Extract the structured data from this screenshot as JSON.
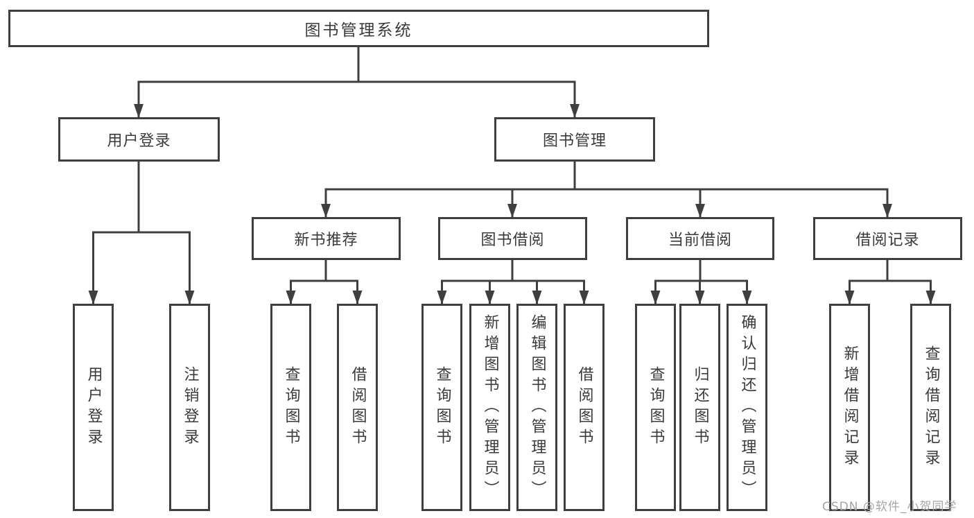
{
  "diagram": {
    "nodes": {
      "root": {
        "label": "图书管理系统"
      },
      "login": {
        "label": "用户登录"
      },
      "mgmt": {
        "label": "图书管理"
      },
      "newbook": {
        "label": "新书推荐"
      },
      "borrow": {
        "label": "图书借阅"
      },
      "current": {
        "label": "当前借阅"
      },
      "records": {
        "label": "借阅记录"
      },
      "leaf_user_login": {
        "label": "用户登录"
      },
      "leaf_logout": {
        "label": "注销登录"
      },
      "leaf_nb_query": {
        "label": "查询图书"
      },
      "leaf_nb_borrow": {
        "label": "借阅图书"
      },
      "leaf_bw_query": {
        "label": "查询图书"
      },
      "leaf_bw_add": {
        "label": "新增图书（管理员）"
      },
      "leaf_bw_edit": {
        "label": "编辑图书（管理员）"
      },
      "leaf_bw_borrow": {
        "label": "借阅图书"
      },
      "leaf_cur_query": {
        "label": "查询图书"
      },
      "leaf_cur_return": {
        "label": "归还图书"
      },
      "leaf_cur_confirm": {
        "label": "确认归还（管理员）"
      },
      "leaf_rec_add": {
        "label": "新增借阅记录"
      },
      "leaf_rec_query": {
        "label": "查询借阅记录"
      }
    },
    "edges": [
      [
        "root",
        "login"
      ],
      [
        "root",
        "mgmt"
      ],
      [
        "mgmt",
        "newbook"
      ],
      [
        "mgmt",
        "borrow"
      ],
      [
        "mgmt",
        "current"
      ],
      [
        "mgmt",
        "records"
      ],
      [
        "login",
        "leaf_user_login"
      ],
      [
        "login",
        "leaf_logout"
      ],
      [
        "newbook",
        "leaf_nb_query"
      ],
      [
        "newbook",
        "leaf_nb_borrow"
      ],
      [
        "borrow",
        "leaf_bw_query"
      ],
      [
        "borrow",
        "leaf_bw_add"
      ],
      [
        "borrow",
        "leaf_bw_edit"
      ],
      [
        "borrow",
        "leaf_bw_borrow"
      ],
      [
        "current",
        "leaf_cur_query"
      ],
      [
        "current",
        "leaf_cur_return"
      ],
      [
        "current",
        "leaf_cur_confirm"
      ],
      [
        "records",
        "leaf_rec_add"
      ],
      [
        "records",
        "leaf_rec_query"
      ]
    ]
  },
  "watermark": {
    "text": "CSDN @软件_小贺同学"
  },
  "colors": {
    "line": "#3f3f3f",
    "box_border": "#3f3f3f",
    "text": "#3a3a3a",
    "watermark": "#a8a4a4",
    "background": "#ffffff"
  }
}
